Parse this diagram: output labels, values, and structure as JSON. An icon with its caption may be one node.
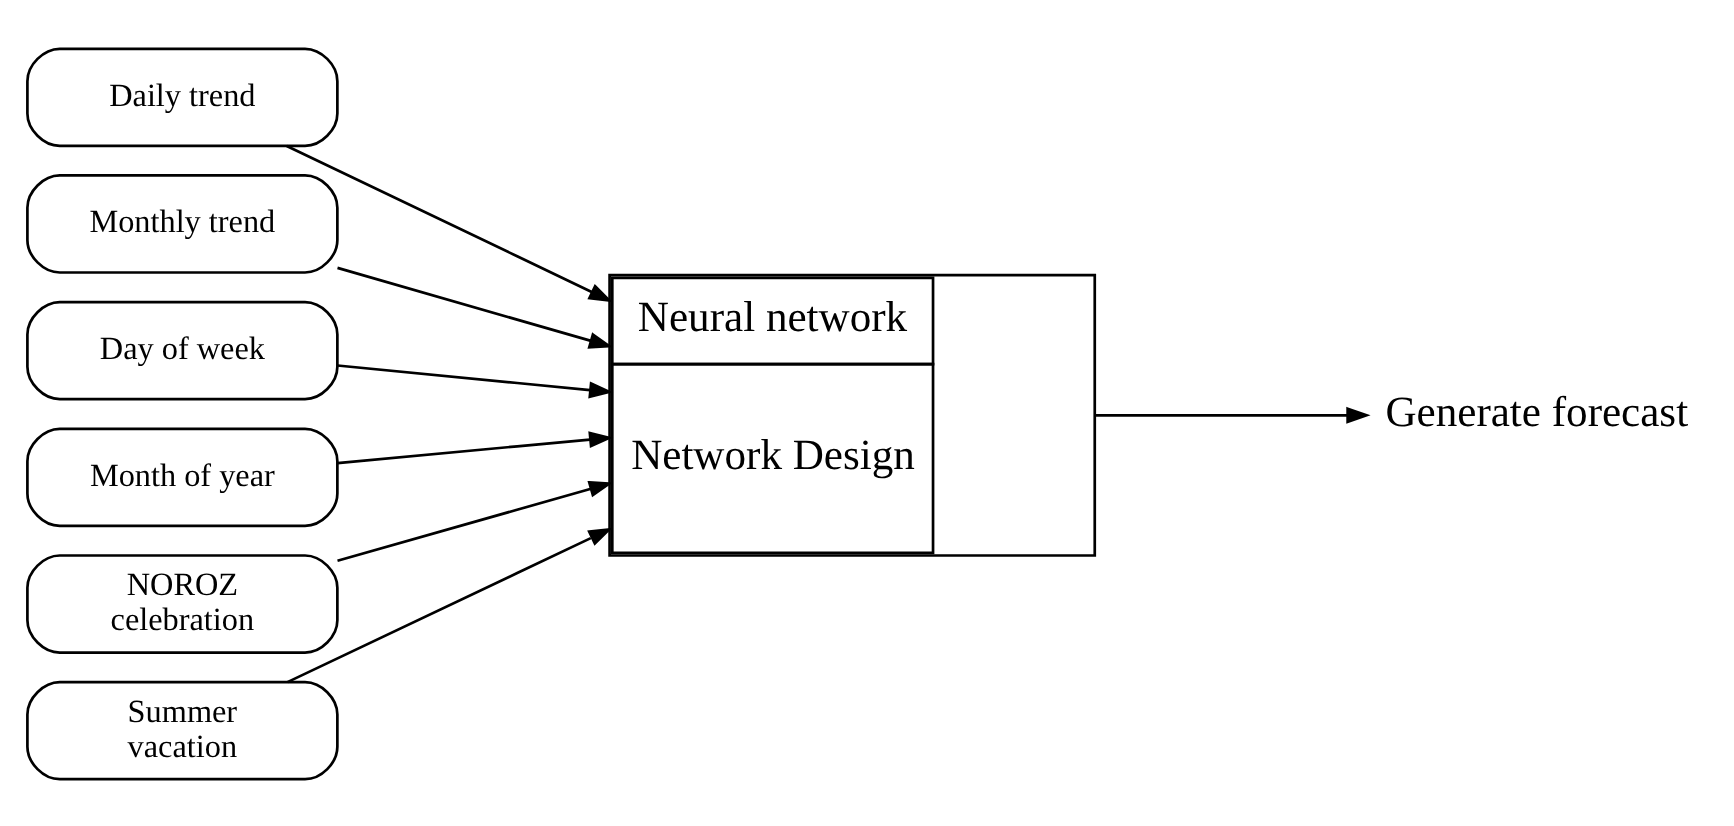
{
  "diagram": {
    "nodes": [
      {
        "text": [
          "Daily trend"
        ]
      },
      {
        "text": [
          "Monthly trend"
        ]
      },
      {
        "text": [
          "Day of week"
        ]
      },
      {
        "text": [
          "Month of year"
        ]
      },
      {
        "text": [
          "NOROZ celebration"
        ]
      },
      {
        "text": [
          "Summer vacation"
        ]
      },
      {
        "text": [
          "Neural network",
          "Network Design"
        ]
      },
      {
        "text": [
          "Generate forecast"
        ]
      }
    ],
    "edges": [
      {
        "from": 0,
        "to": 6,
        "arrow": "to"
      },
      {
        "from": 1,
        "to": 6,
        "arrow": "to"
      },
      {
        "from": 2,
        "to": 6,
        "arrow": "to"
      },
      {
        "from": 3,
        "to": 6,
        "arrow": "to"
      },
      {
        "from": 4,
        "to": 6,
        "arrow": "to"
      },
      {
        "from": 5,
        "to": 6,
        "arrow": "to"
      },
      {
        "from": 6,
        "to": 7,
        "arrow": "to"
      }
    ]
  }
}
